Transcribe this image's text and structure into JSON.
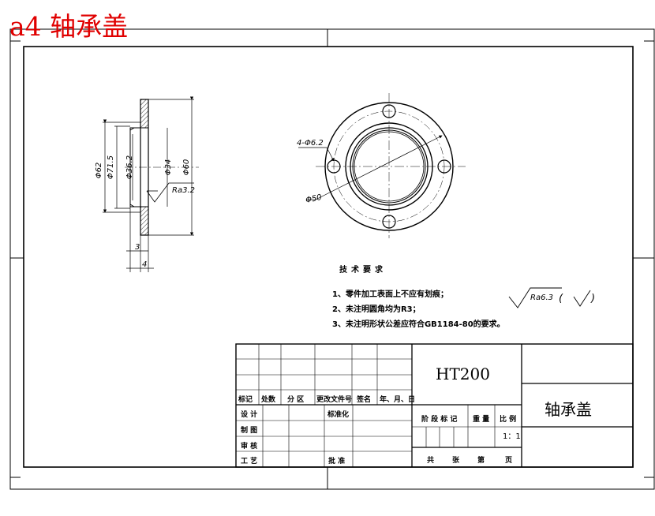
{
  "corner_title": "a4 轴承盖",
  "colors": {
    "title": "#e00000",
    "line": "#000000",
    "background": "#ffffff"
  },
  "section_view": {
    "dims": [
      "Φ62",
      "Φ71.5",
      "Φ36.2",
      "Φ34",
      "Φ60",
      "3",
      "4"
    ],
    "roughness": "Ra3.2"
  },
  "plan_view": {
    "hole_label": "4-Φ6.2",
    "bolt_circle_label": "Φ50"
  },
  "tech_requirements": {
    "heading": "技术要求",
    "items": [
      "1、零件加工表面上不应有划痕；",
      "2、未注明圆角均为R3；",
      "3、未注明形状公差应符合GB1184-80的要求。"
    ]
  },
  "surface_note": {
    "roughness": "Ra6.3",
    "open": "(",
    "close": ")"
  },
  "title_block": {
    "material": "HT200",
    "part_name": "轴承盖",
    "revision_headers": [
      "标记",
      "处数",
      "分 区",
      "更改文件号",
      "签名",
      "年、月、日"
    ],
    "row_labels": [
      "设 计",
      "制 图",
      "审 核",
      "工 艺"
    ],
    "standardize": "标准化",
    "approve": "批 准",
    "stage_headers": [
      "阶 段 标 记",
      "重 量",
      "比 例"
    ],
    "scale": "1：1",
    "sheet_footer": [
      "共",
      "张",
      "第",
      "页"
    ]
  }
}
